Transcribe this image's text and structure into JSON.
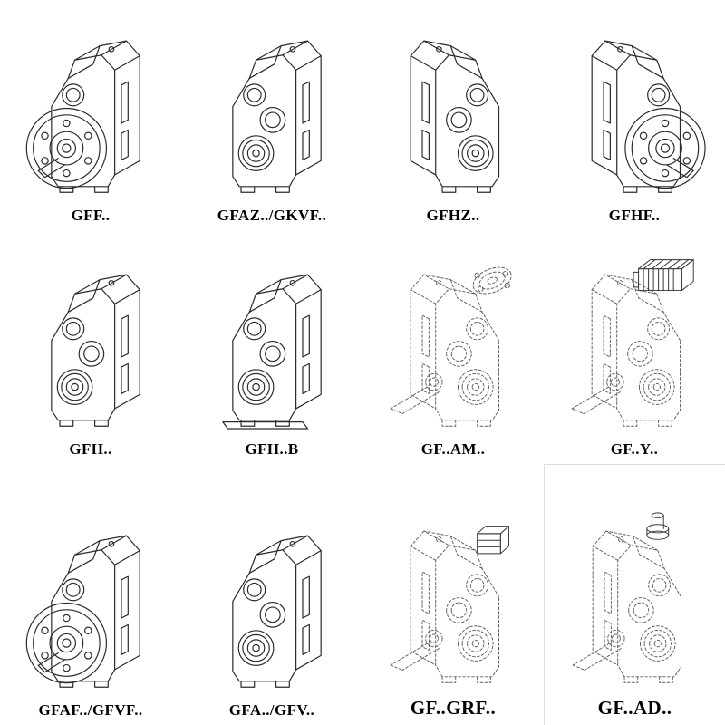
{
  "page": {
    "background": "#ffffff",
    "line_color": "#2b2b2b",
    "ghost_line_color": "#5f5f5f",
    "text_color": "#000000"
  },
  "grid": {
    "items": [
      {
        "label": "GFF..",
        "drawing": "gearbox-flange-output"
      },
      {
        "label": "GFAZ../GKVF..",
        "drawing": "gearbox-hollow-shaft"
      },
      {
        "label": "GFHZ..",
        "drawing": "gearbox-hollow-shaft-mirrored"
      },
      {
        "label": "GFHF..",
        "drawing": "gearbox-flange-output-mirrored"
      },
      {
        "label": "GFH..",
        "drawing": "gearbox-hollow-shaft"
      },
      {
        "label": "GFH..B",
        "drawing": "gearbox-hollow-shaft-base"
      },
      {
        "label": "GF..AM..",
        "drawing": "gearbox-motor-adapter-ghost"
      },
      {
        "label": "GF..Y..",
        "drawing": "gearbox-with-motor-ghost"
      },
      {
        "label": "GFAF../GFVF..",
        "drawing": "gearbox-flange-output"
      },
      {
        "label": "GFA../GFV..",
        "drawing": "gearbox-hollow-shaft"
      },
      {
        "label": "GF..GRF..",
        "drawing": "gearbox-cover-box-ghost"
      },
      {
        "label": "GF..AD..",
        "drawing": "gearbox-input-adapter-ghost"
      }
    ]
  }
}
